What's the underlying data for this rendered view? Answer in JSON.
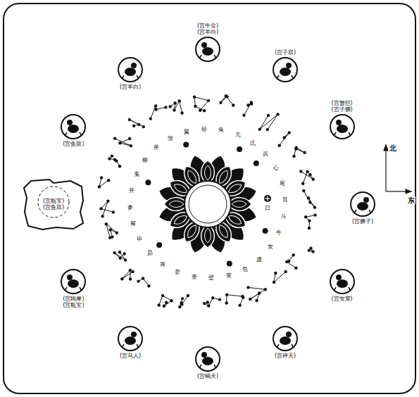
{
  "diagram": {
    "nodes": [
      {
        "text": [
          "(宫牛金)",
          "(宫羊白)"
        ]
      },
      {
        "text": [
          "(宫子双)"
        ]
      },
      {
        "text": [
          "(宫蟹巨)",
          "(宫子狮)"
        ]
      },
      {
        "text": [
          "(宫狮子)"
        ]
      },
      {
        "text": [
          "(宫女室)"
        ]
      },
      {
        "text": [
          "(宫秤天)"
        ]
      },
      {
        "text": [
          "(宫蝎天)"
        ]
      },
      {
        "text": [
          "(宫马人)"
        ]
      },
      {
        "text": [
          "(宫羯摩)",
          "(宫瓶宝)"
        ]
      },
      {
        "text": [
          "(宫瓶宝)",
          "(宫鱼双)"
        ]
      },
      {
        "text": [
          "(宫鱼双)"
        ]
      },
      {
        "text": [
          "(宫羊白)"
        ]
      }
    ],
    "labels": [
      "角",
      "亢",
      "氐",
      "房",
      "心",
      "尾",
      "箕",
      "斗",
      "牛",
      "女",
      "虚",
      "危",
      "室",
      "壁",
      "奎",
      "娄",
      "胃",
      "昴",
      "毕",
      "觜",
      "参",
      "井",
      "鬼",
      "柳",
      "星",
      "张",
      "翼",
      "轸",
      "日",
      "北",
      "东"
    ]
  }
}
